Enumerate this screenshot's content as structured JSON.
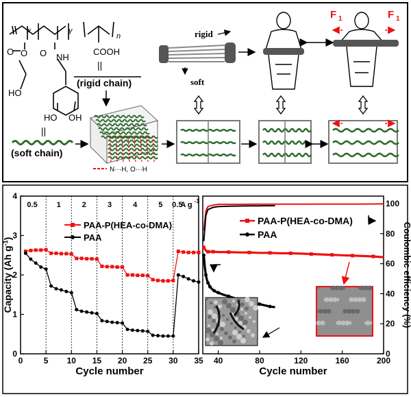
{
  "scheme": {
    "poly_subscripts": [
      "x",
      "y"
    ],
    "paa_subscript": "n",
    "paa_group": "COOH",
    "rigid_caption": "(rigid chain)",
    "soft_caption": "(soft chain)",
    "expander_rigid": "rigid",
    "expander_soft": "soft",
    "force_label": "F",
    "force_sub": "1",
    "hbond_legend": "N···H, O···H",
    "atoms": {
      "O": "O",
      "NH": "NH",
      "HO": "HO",
      "OH": "OH"
    }
  },
  "colors": {
    "red": "#ee1111",
    "black": "#000000",
    "green": "#2e6b2e",
    "gray": "#888888"
  },
  "chart_data": [
    {
      "type": "line",
      "xlabel": "Cycle number",
      "ylabel": "Capacity (Ah g",
      "ylabel_sup": "-1",
      "ylabel_close": ")",
      "xlim": [
        0,
        35
      ],
      "ylim": [
        0,
        4
      ],
      "xticks": [
        0,
        5,
        10,
        15,
        20,
        25,
        30,
        35
      ],
      "yticks": [
        0,
        1,
        2,
        3,
        4
      ],
      "rate_labels": [
        {
          "text": "0.5",
          "x": 2.3
        },
        {
          "text": "1",
          "x": 7.5
        },
        {
          "text": "2",
          "x": 12.5
        },
        {
          "text": "3",
          "x": 17.5
        },
        {
          "text": "4",
          "x": 22.5
        },
        {
          "text": "5",
          "x": 27.5
        },
        {
          "text": "0.5",
          "x": 30.8
        }
      ],
      "rate_unit": "A g",
      "rate_unit_sup": "-1",
      "rate_dividers": [
        5,
        10,
        15,
        20,
        25,
        30
      ],
      "legend": "top-left",
      "series": [
        {
          "name": "PAA-P(HEA-co-DMA)",
          "color": "#ee1111",
          "marker": "square",
          "x": [
            1,
            2,
            3,
            4,
            5,
            6,
            7,
            8,
            9,
            10,
            11,
            12,
            13,
            14,
            15,
            16,
            17,
            18,
            19,
            20,
            21,
            22,
            23,
            24,
            25,
            26,
            27,
            28,
            29,
            30,
            31,
            32,
            33,
            34,
            35
          ],
          "y": [
            2.6,
            2.62,
            2.63,
            2.63,
            2.64,
            2.55,
            2.55,
            2.54,
            2.54,
            2.53,
            2.42,
            2.42,
            2.41,
            2.41,
            2.4,
            2.22,
            2.21,
            2.21,
            2.2,
            2.2,
            2.0,
            2.0,
            1.99,
            1.99,
            1.98,
            1.88,
            1.86,
            1.85,
            1.85,
            1.86,
            2.6,
            2.58,
            2.57,
            2.57,
            2.57
          ]
        },
        {
          "name": "PAA",
          "color": "#000000",
          "marker": "circle",
          "x": [
            1,
            2,
            3,
            4,
            5,
            6,
            7,
            8,
            9,
            10,
            11,
            12,
            13,
            14,
            15,
            16,
            17,
            18,
            19,
            20,
            21,
            22,
            23,
            24,
            25,
            26,
            27,
            28,
            29,
            30,
            31,
            32,
            33,
            34,
            35
          ],
          "y": [
            2.55,
            2.4,
            2.3,
            2.2,
            2.15,
            1.72,
            1.65,
            1.62,
            1.58,
            1.55,
            1.12,
            1.08,
            1.06,
            1.04,
            1.02,
            0.84,
            0.82,
            0.8,
            0.79,
            0.78,
            0.62,
            0.6,
            0.59,
            0.58,
            0.57,
            0.47,
            0.46,
            0.45,
            0.45,
            0.45,
            2.0,
            1.96,
            1.9,
            1.85,
            1.82
          ]
        }
      ]
    },
    {
      "type": "line",
      "xlabel": "Cycle number",
      "ylabel_right": "Coulombic efficiency (%)",
      "xlim": [
        25,
        200
      ],
      "ylim": [
        0,
        4
      ],
      "ylim_right": [
        0,
        105
      ],
      "xticks": [
        40,
        80,
        120,
        160,
        200
      ],
      "yticks_right": [
        0,
        20,
        40,
        60,
        80,
        100
      ],
      "legend": "top-center",
      "series": [
        {
          "name": "PAA-P(HEA-co-DMA)",
          "color": "#ee1111",
          "marker": "square",
          "x": [
            26,
            28,
            30,
            32,
            35,
            40,
            50,
            60,
            70,
            80,
            90,
            100,
            110,
            120,
            130,
            140,
            150,
            160,
            170,
            180,
            190,
            200
          ],
          "y": [
            2.7,
            2.62,
            2.59,
            2.59,
            2.59,
            2.58,
            2.58,
            2.57,
            2.57,
            2.56,
            2.56,
            2.55,
            2.55,
            2.54,
            2.53,
            2.52,
            2.51,
            2.5,
            2.49,
            2.48,
            2.47,
            2.45
          ]
        },
        {
          "name": "PAA",
          "color": "#000000",
          "marker": "circle",
          "x": [
            26,
            27,
            28,
            29,
            30,
            31,
            32,
            34,
            36,
            38,
            40,
            45,
            50,
            55,
            60,
            65,
            70,
            75,
            80,
            85,
            90,
            95
          ],
          "y": [
            2.5,
            2.2,
            2.0,
            1.88,
            1.8,
            1.75,
            1.7,
            1.64,
            1.6,
            1.57,
            1.55,
            1.5,
            1.46,
            1.42,
            1.38,
            1.35,
            1.32,
            1.29,
            1.26,
            1.23,
            1.2,
            1.18
          ]
        },
        {
          "name": "CE PAA-P(HEA-co-DMA)",
          "color": "#ee1111",
          "axis": "right",
          "x": [
            26,
            28,
            30,
            35,
            40,
            60,
            80,
            100,
            120,
            140,
            160,
            180,
            200
          ],
          "y": [
            82,
            95,
            98,
            99,
            99.5,
            99.5,
            99.6,
            99.6,
            99.6,
            99.7,
            99.7,
            99.7,
            99.8
          ]
        },
        {
          "name": "CE PAA",
          "color": "#000000",
          "axis": "right",
          "x": [
            26,
            28,
            30,
            35,
            40,
            50,
            60,
            70,
            80,
            95
          ],
          "y": [
            75,
            92,
            96,
            97.5,
            98,
            98.3,
            98.4,
            98.5,
            98.5,
            98.6
          ]
        }
      ]
    }
  ]
}
